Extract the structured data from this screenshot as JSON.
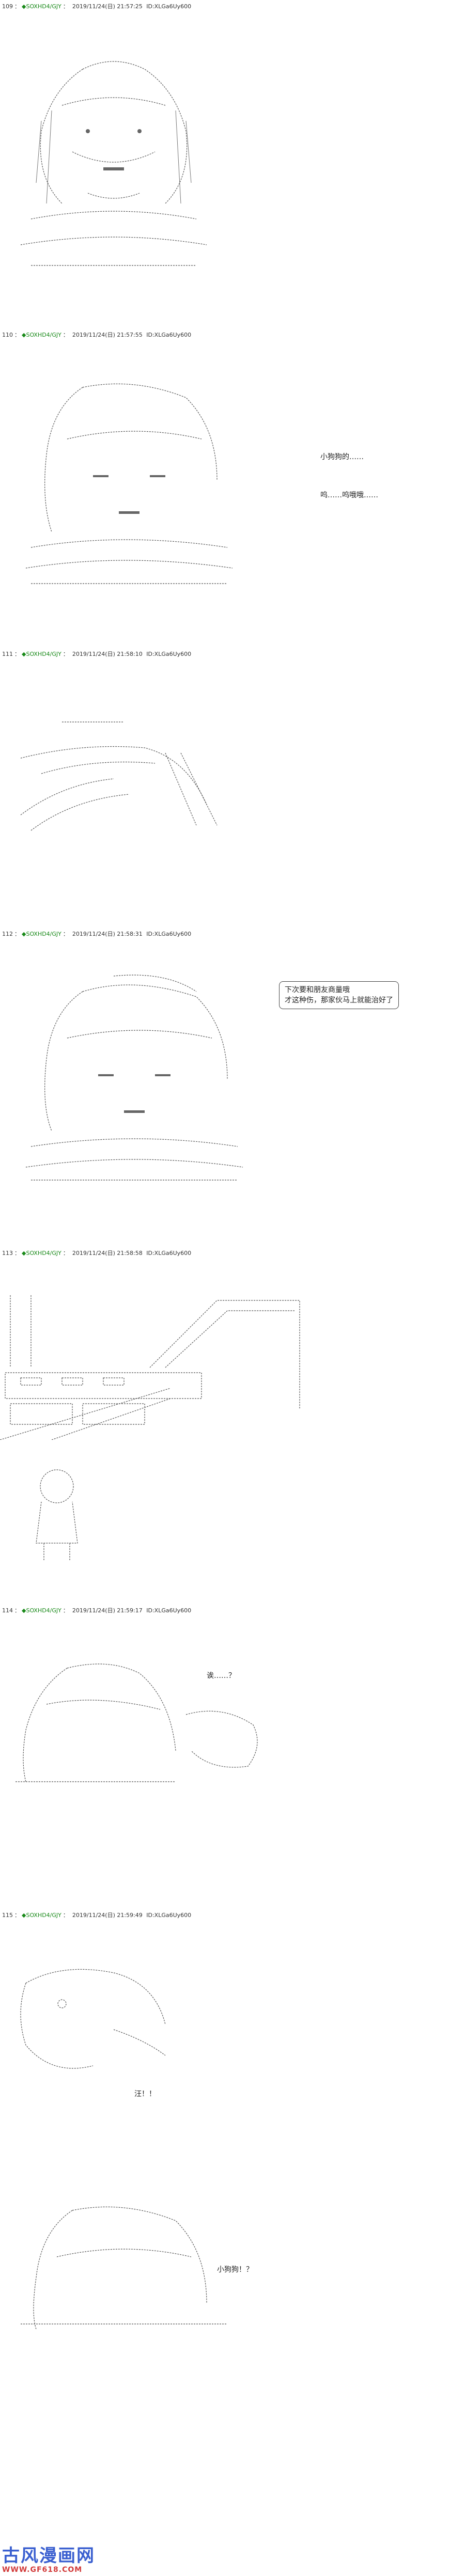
{
  "posts": [
    {
      "num": "109",
      "trip": "◆SOXHD4/GJY",
      "date": "2019/11/24(日) 21:57:25",
      "id": "ID:XLGa6Uy600",
      "speech": [],
      "bubble": ""
    },
    {
      "num": "110",
      "trip": "◆SOXHD4/GJY",
      "date": "2019/11/24(日) 21:57:55",
      "id": "ID:XLGa6Uy600",
      "speech": [
        "小狗狗的……",
        "呜……呜哦哦……"
      ],
      "bubble": ""
    },
    {
      "num": "111",
      "trip": "◆SOXHD4/GJY",
      "date": "2019/11/24(日) 21:58:10",
      "id": "ID:XLGa6Uy600",
      "speech": [],
      "bubble": ""
    },
    {
      "num": "112",
      "trip": "◆SOXHD4/GJY",
      "date": "2019/11/24(日) 21:58:31",
      "id": "ID:XLGa6Uy600",
      "speech": [],
      "bubble": "下次要和朋友商量哦\n才这种伤，那家伙马上就能治好了"
    },
    {
      "num": "113",
      "trip": "◆SOXHD4/GJY",
      "date": "2019/11/24(日) 21:58:58",
      "id": "ID:XLGa6Uy600",
      "speech": [],
      "bubble": ""
    },
    {
      "num": "114",
      "trip": "◆SOXHD4/GJY",
      "date": "2019/11/24(日) 21:59:17",
      "id": "ID:XLGa6Uy600",
      "speech": [
        "诶……？"
      ],
      "bubble": ""
    },
    {
      "num": "115",
      "trip": "◆SOXHD4/GJY",
      "date": "2019/11/24(日) 21:59:49",
      "id": "ID:XLGa6Uy600",
      "speech": [
        "汪！！",
        "小狗狗！？"
      ],
      "bubble": ""
    }
  ],
  "watermark": {
    "title": "古风漫画网",
    "url": "WWW.GF618.COM"
  }
}
